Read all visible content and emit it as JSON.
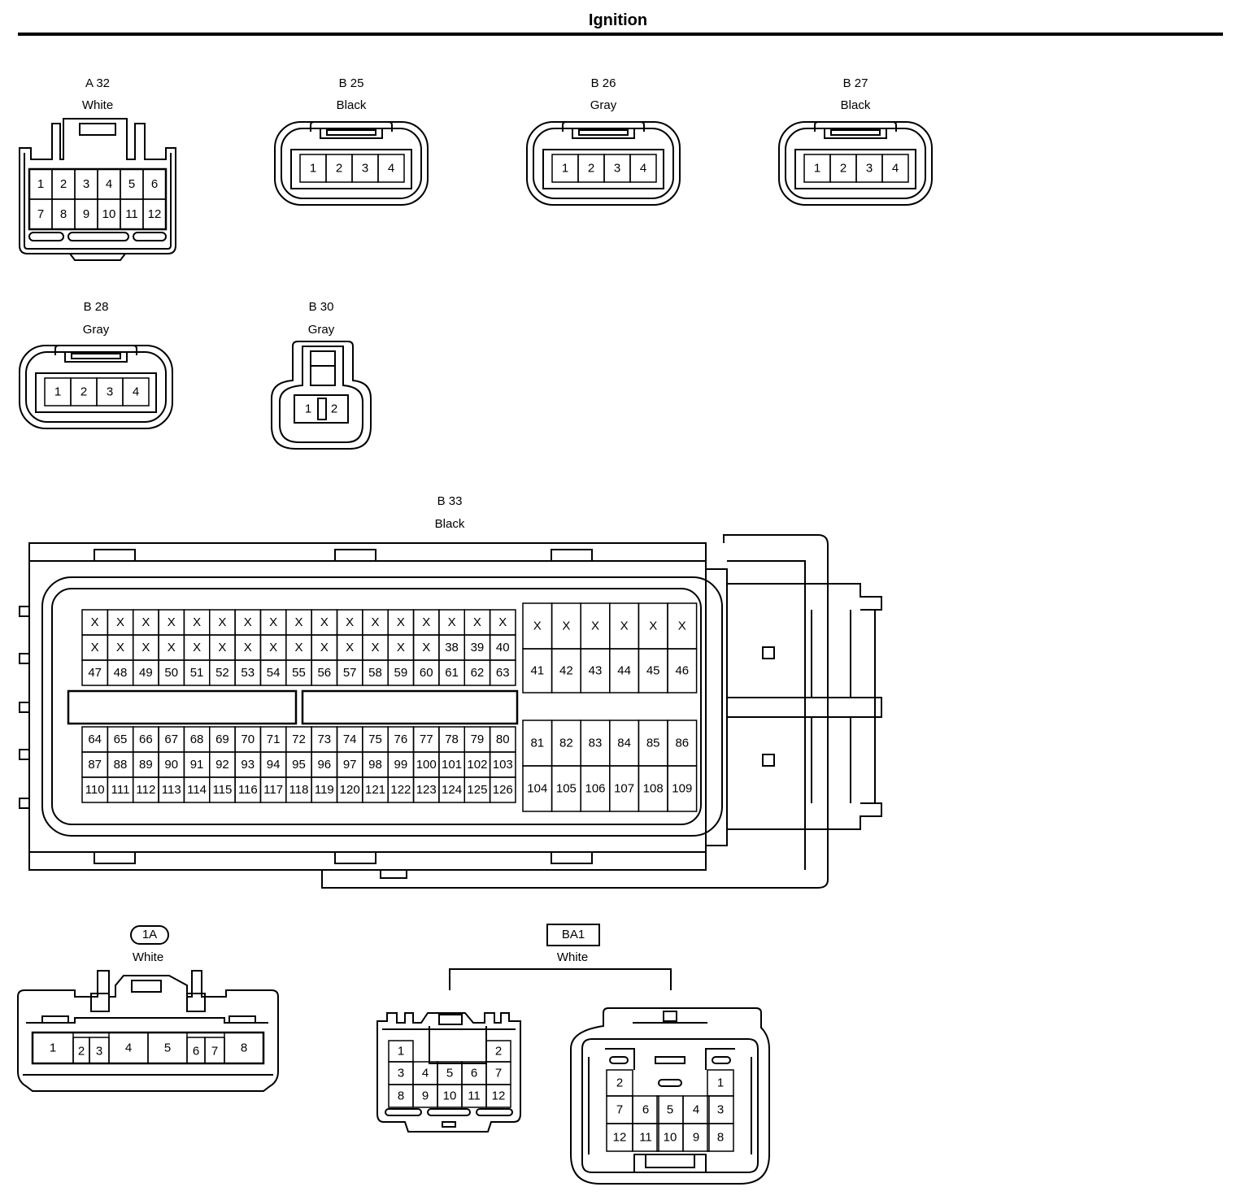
{
  "title": "Ignition",
  "connectors": {
    "a32": {
      "code": "A 32",
      "color": "White",
      "rows": [
        [
          "1",
          "2",
          "3",
          "4",
          "5",
          "6"
        ],
        [
          "7",
          "8",
          "9",
          "10",
          "11",
          "12"
        ]
      ]
    },
    "b25": {
      "code": "B 25",
      "color": "Black",
      "pins": [
        "1",
        "2",
        "3",
        "4"
      ]
    },
    "b26": {
      "code": "B 26",
      "color": "Gray",
      "pins": [
        "1",
        "2",
        "3",
        "4"
      ]
    },
    "b27": {
      "code": "B 27",
      "color": "Black",
      "pins": [
        "1",
        "2",
        "3",
        "4"
      ]
    },
    "b28": {
      "code": "B 28",
      "color": "Gray",
      "pins": [
        "1",
        "2",
        "3",
        "4"
      ]
    },
    "b30": {
      "code": "B 30",
      "color": "Gray",
      "pins": [
        "1",
        "2"
      ]
    },
    "b33": {
      "code": "B 33",
      "color": "Black",
      "upper_rows": [
        [
          "X",
          "X",
          "X",
          "X",
          "X",
          "X",
          "X",
          "X",
          "X",
          "X",
          "X",
          "X",
          "X",
          "X",
          "X",
          "X",
          "X"
        ],
        [
          "X",
          "X",
          "X",
          "X",
          "X",
          "X",
          "X",
          "X",
          "X",
          "X",
          "X",
          "X",
          "X",
          "X",
          "38",
          "39",
          "40"
        ],
        [
          "47",
          "48",
          "49",
          "50",
          "51",
          "52",
          "53",
          "54",
          "55",
          "56",
          "57",
          "58",
          "59",
          "60",
          "61",
          "62",
          "63"
        ]
      ],
      "lower_rows": [
        [
          "64",
          "65",
          "66",
          "67",
          "68",
          "69",
          "70",
          "71",
          "72",
          "73",
          "74",
          "75",
          "76",
          "77",
          "78",
          "79",
          "80"
        ],
        [
          "87",
          "88",
          "89",
          "90",
          "91",
          "92",
          "93",
          "94",
          "95",
          "96",
          "97",
          "98",
          "99",
          "100",
          "101",
          "102",
          "103"
        ],
        [
          "110",
          "111",
          "112",
          "113",
          "114",
          "115",
          "116",
          "117",
          "118",
          "119",
          "120",
          "121",
          "122",
          "123",
          "124",
          "125",
          "126"
        ]
      ],
      "right_upper_rows": [
        [
          "X",
          "X",
          "X",
          "X",
          "X",
          "X"
        ],
        [
          "41",
          "42",
          "43",
          "44",
          "45",
          "46"
        ]
      ],
      "right_lower_rows": [
        [
          "81",
          "82",
          "83",
          "84",
          "85",
          "86"
        ],
        [
          "104",
          "105",
          "106",
          "107",
          "108",
          "109"
        ]
      ]
    },
    "c1a": {
      "code": "1A",
      "color": "White",
      "pins": [
        "1",
        "2",
        "3",
        "4",
        "5",
        "6",
        "7",
        "8"
      ]
    },
    "ba1": {
      "code": "BA1",
      "color": "White",
      "male": {
        "rows": [
          [
            "1",
            "2"
          ],
          [
            "3",
            "4",
            "5",
            "6",
            "7"
          ],
          [
            "8",
            "9",
            "10",
            "11",
            "12"
          ]
        ]
      },
      "female": {
        "rows": [
          [
            "2",
            "1"
          ],
          [
            "7",
            "6",
            "5",
            "4",
            "3"
          ],
          [
            "12",
            "11",
            "10",
            "9",
            "8"
          ]
        ]
      }
    }
  }
}
